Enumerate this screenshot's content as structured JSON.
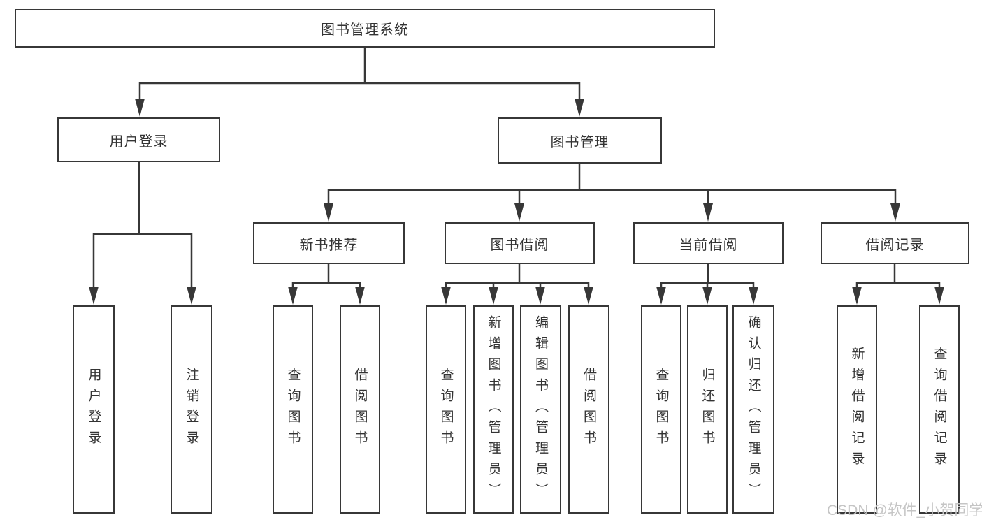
{
  "tree": {
    "root": {
      "label": "图书管理系统"
    },
    "branches": [
      {
        "label": "用户登录",
        "leaves": [
          {
            "label": "用户登录"
          },
          {
            "label": "注销登录"
          }
        ]
      },
      {
        "label": "图书管理",
        "groups": [
          {
            "label": "新书推荐",
            "leaves": [
              {
                "label": "查询图书"
              },
              {
                "label": "借阅图书"
              }
            ]
          },
          {
            "label": "图书借阅",
            "leaves": [
              {
                "label": "查询图书"
              },
              {
                "label": "新增图书（管理员）"
              },
              {
                "label": "编辑图书（管理员）"
              },
              {
                "label": "借阅图书"
              }
            ]
          },
          {
            "label": "当前借阅",
            "leaves": [
              {
                "label": "查询图书"
              },
              {
                "label": "归还图书"
              },
              {
                "label": "确认归还（管理员）"
              }
            ]
          },
          {
            "label": "借阅记录",
            "leaves": [
              {
                "label": "新增借阅记录"
              },
              {
                "label": "查询借阅记录"
              }
            ]
          }
        ]
      }
    ]
  },
  "watermark": {
    "text": "CSDN @软件_小贺同学"
  },
  "colors": {
    "line": "#373737",
    "text": "#333333",
    "box_background": "#ffffff",
    "watermark": "#c5c5c5",
    "background": "#ffffff"
  }
}
